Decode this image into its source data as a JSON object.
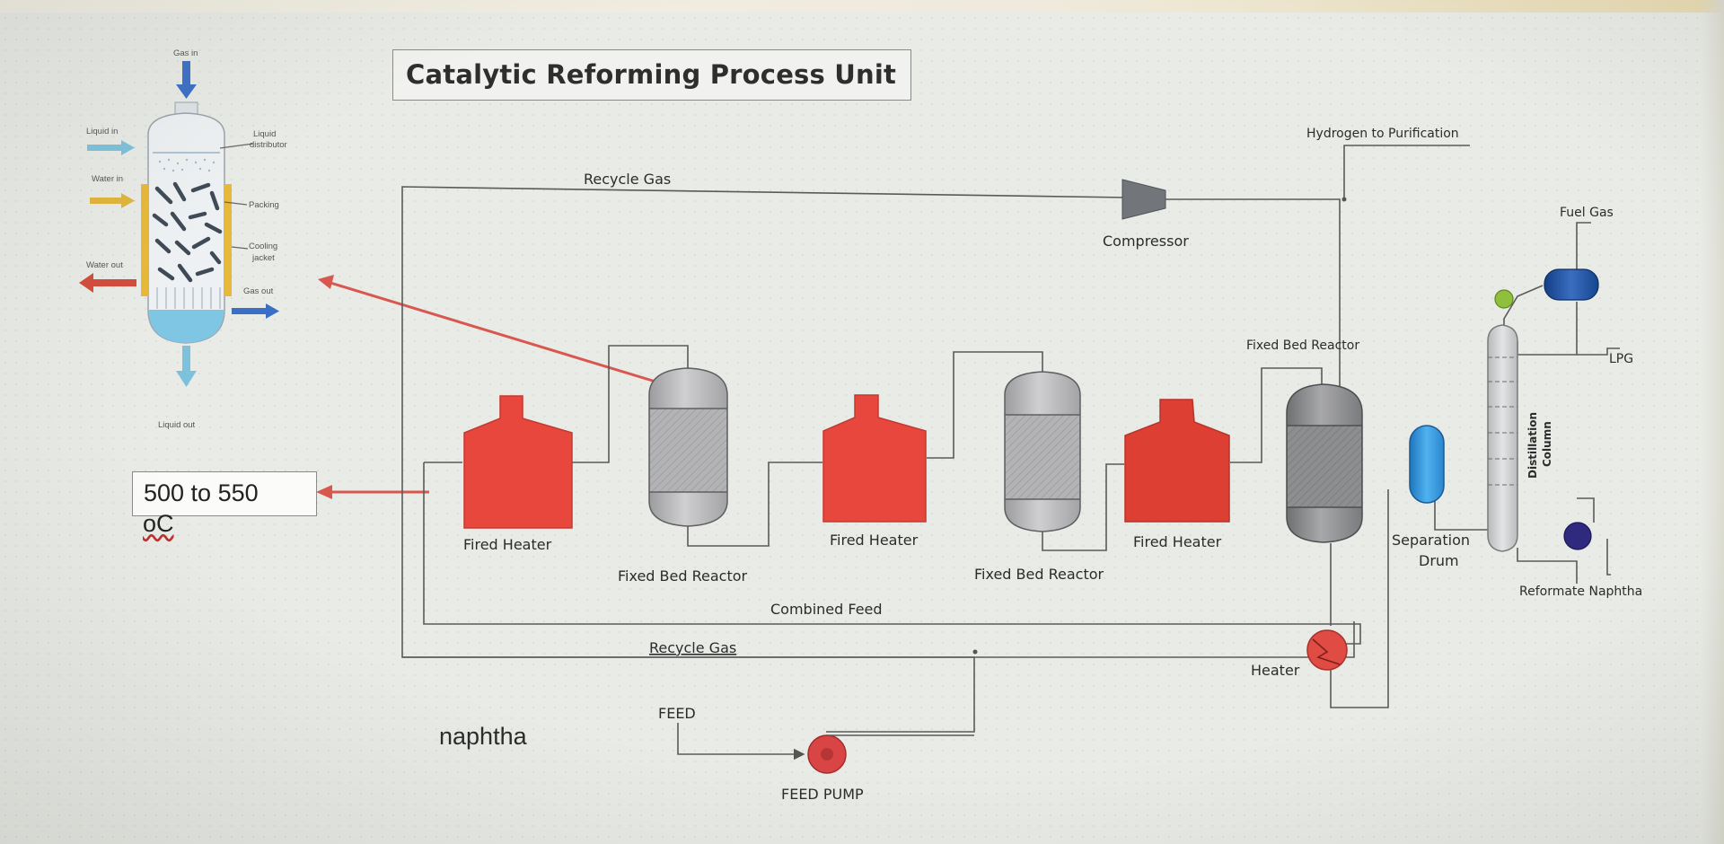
{
  "title": "Catalytic Reforming Process Unit",
  "temperature": {
    "value": "500 to 550",
    "unit": "oC"
  },
  "naphtha_note": "naphtha",
  "inset": {
    "gas_in": "Gas in",
    "liquid_in": "Liquid in",
    "liquid_distributor": [
      "Liquid",
      "distributor"
    ],
    "water_in": "Water in",
    "packing": "Packing",
    "cooling_jacket": [
      "Cooling",
      "jacket"
    ],
    "water_out": "Water out",
    "gas_out": "Gas out",
    "liquid_out": "Liquid out"
  },
  "labels": {
    "recycle_gas_top": "Recycle Gas",
    "compressor": "Compressor",
    "hydrogen": "Hydrogen to Purification",
    "fired_heater_1": "Fired Heater",
    "fired_heater_2": "Fired Heater",
    "fired_heater_3": "Fired Heater",
    "reactor_1": "Fixed Bed Reactor",
    "reactor_2": "Fixed Bed Reactor",
    "reactor_3": "Fixed Bed Reactor",
    "combined_feed": "Combined Feed",
    "recycle_gas_bottom": "Recycle Gas",
    "heater": "Heater",
    "separation_drum": [
      "Separation",
      "Drum"
    ],
    "distillation_column": [
      "Distillation",
      "Column"
    ],
    "fuel_gas": "Fuel Gas",
    "lpg": "LPG",
    "reformate_naphtha": "Reformate Naphtha",
    "feed": "FEED",
    "feed_pump": "FEED PUMP"
  },
  "colors": {
    "fired_heater": "#e8473d",
    "reactor": "#b9b9bb",
    "reactor_dark": "#8e8f91",
    "drum": "#2f8fd6",
    "callout_arrow": "#d8574f",
    "pump": "#d94545"
  }
}
